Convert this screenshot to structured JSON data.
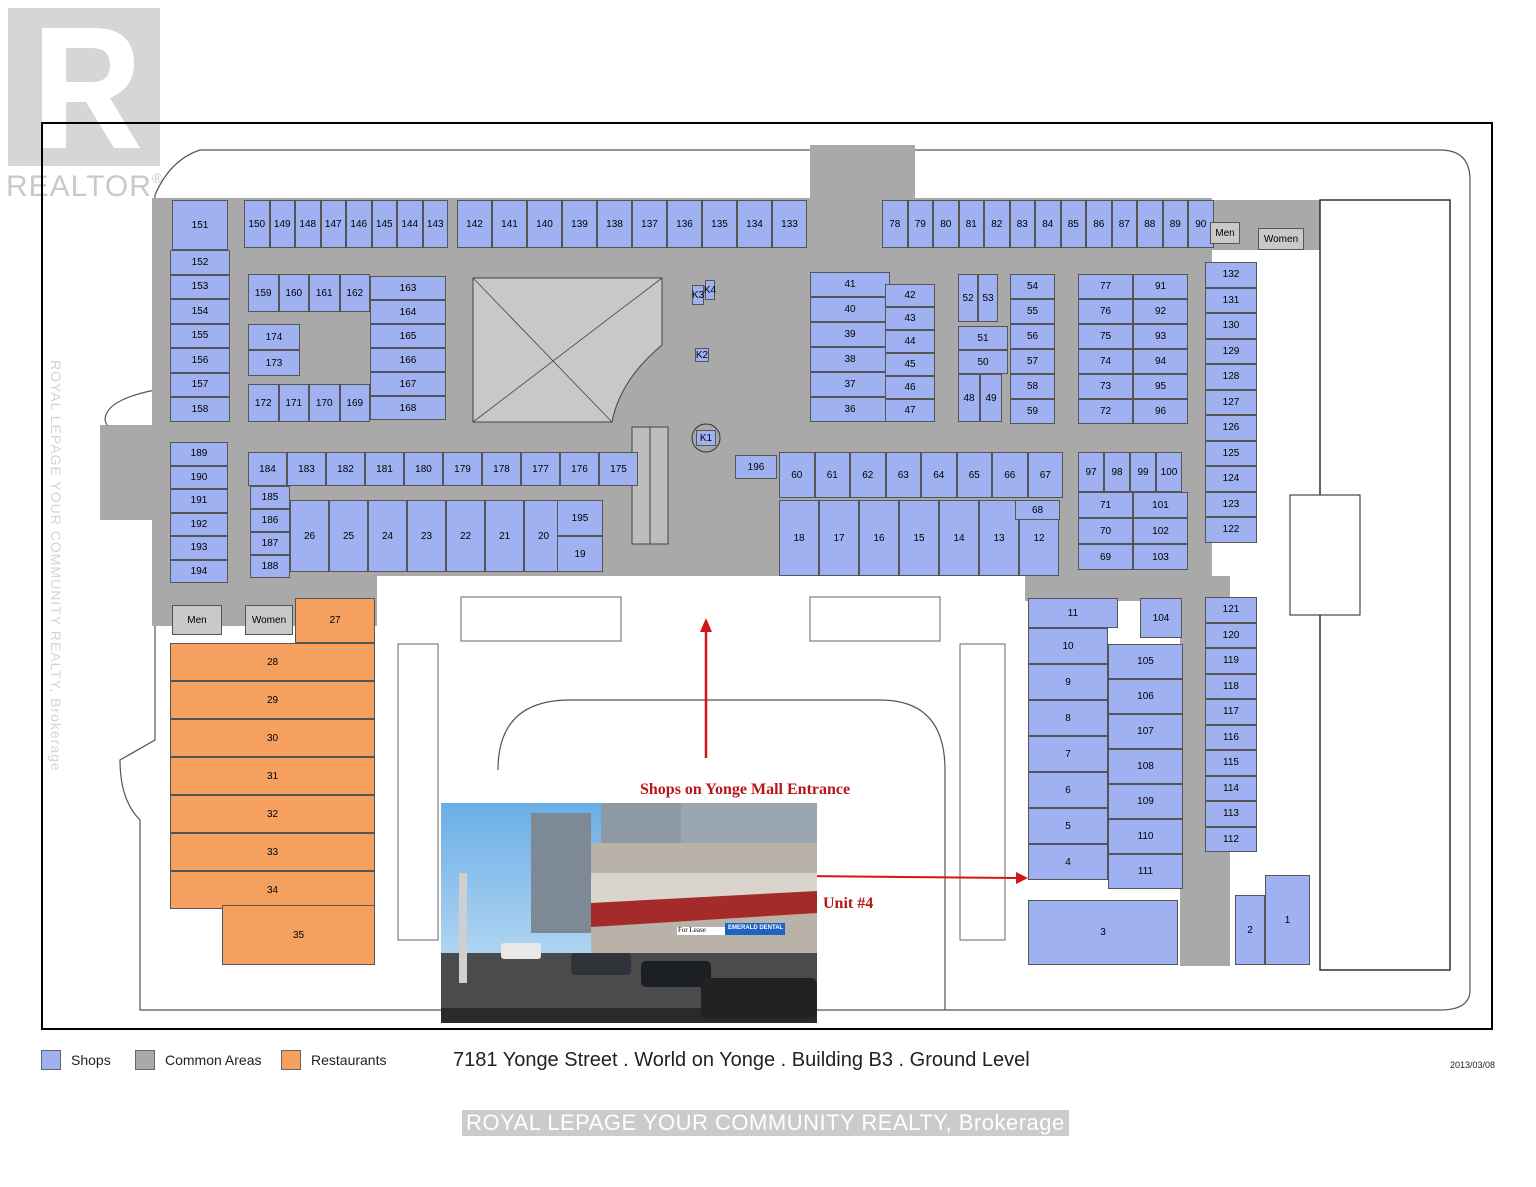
{
  "branding": {
    "logo_text": "REALTOR®",
    "watermark": "ROYAL LEPAGE YOUR COMMUNITY REALTY, Brokerage",
    "side_watermark": "ROYAL LEPAGE YOUR COMMUNITY REALTY, Brokerage"
  },
  "map": {
    "caption": "7181 Yonge Street . World on Yonge . Building B3 . Ground Level",
    "date": "2013/03/08",
    "legend": [
      {
        "label": "Shops",
        "color": "#9fb1f1"
      },
      {
        "label": "Common Areas",
        "color": "#a9a9a9"
      },
      {
        "label": "Restaurants",
        "color": "#f5a05e"
      }
    ],
    "annotations": {
      "entrance": "Shops on Yonge Mall Entrance",
      "unit": "Unit #4",
      "for_lease": "For Lease",
      "sign_text": "EMERALD DENTAL"
    },
    "washrooms": {
      "men": "Men",
      "women": "Women"
    },
    "kiosks": [
      "K1",
      "K2",
      "K3",
      "K4"
    ],
    "top_row_left": [
      "151",
      "150",
      "149",
      "148",
      "147",
      "146",
      "145",
      "144",
      "143"
    ],
    "top_row_mid": [
      "142",
      "141",
      "140",
      "139",
      "138",
      "137",
      "136",
      "135",
      "134",
      "133"
    ],
    "top_row_right": [
      "78",
      "79",
      "80",
      "81",
      "82",
      "83",
      "84",
      "85",
      "86",
      "87",
      "88",
      "89",
      "90"
    ],
    "left_column": [
      "152",
      "153",
      "154",
      "155",
      "156",
      "157",
      "158"
    ],
    "left_column_2": [
      "189",
      "190",
      "191",
      "192",
      "193",
      "194"
    ],
    "block_a_top": [
      "159",
      "160",
      "161",
      "162"
    ],
    "block_a_right": [
      "163",
      "164",
      "165",
      "166",
      "167",
      "168"
    ],
    "block_a_left": [
      "174",
      "173"
    ],
    "block_a_bottom": [
      "172",
      "171",
      "170",
      "169"
    ],
    "block_b_top": [
      "184",
      "183",
      "182",
      "181",
      "180",
      "179",
      "178",
      "177",
      "176",
      "175"
    ],
    "block_b_left": [
      "185",
      "186",
      "187",
      "188"
    ],
    "block_b_bottom": [
      "26",
      "25",
      "24",
      "23",
      "22",
      "21",
      "20"
    ],
    "block_b_extra": [
      "195",
      "19"
    ],
    "block_c": [
      "41",
      "40",
      "39",
      "38",
      "37",
      "36"
    ],
    "block_c_right": [
      "42",
      "43",
      "44",
      "45",
      "46",
      "47"
    ],
    "block_d": [
      "52",
      "53",
      "51",
      "50",
      "48",
      "49"
    ],
    "block_d_right": [
      "54",
      "55",
      "56",
      "57",
      "58",
      "59"
    ],
    "block_e": [
      "77",
      "76",
      "75",
      "74",
      "73",
      "72"
    ],
    "block_e_right": [
      "91",
      "92",
      "93",
      "94",
      "95",
      "96"
    ],
    "block_f_top": [
      "196",
      "60",
      "61",
      "62",
      "63",
      "64",
      "65",
      "66",
      "67"
    ],
    "block_f_bottom": [
      "18",
      "17",
      "16",
      "15",
      "14",
      "13",
      "12"
    ],
    "block_f_extra": [
      "68"
    ],
    "block_g_top": [
      "97",
      "98",
      "99",
      "100"
    ],
    "block_g": [
      "71",
      "70",
      "69"
    ],
    "block_g_right": [
      "101",
      "102",
      "103"
    ],
    "right_column": [
      "132",
      "131",
      "130",
      "129",
      "128",
      "127",
      "126",
      "125",
      "124",
      "123",
      "122"
    ],
    "right_column_2": [
      "121",
      "120",
      "119",
      "118",
      "117",
      "116",
      "115",
      "114",
      "113",
      "112"
    ],
    "bottom_right": [
      "2",
      "1"
    ],
    "block_h_left": [
      "11",
      "10",
      "9",
      "8",
      "7",
      "6",
      "5",
      "4",
      "3"
    ],
    "block_h_right": [
      "104",
      "105",
      "106",
      "107",
      "108",
      "109",
      "110",
      "111"
    ],
    "restaurants": [
      "27",
      "28",
      "29",
      "30",
      "31",
      "32",
      "33",
      "34",
      "35"
    ]
  }
}
